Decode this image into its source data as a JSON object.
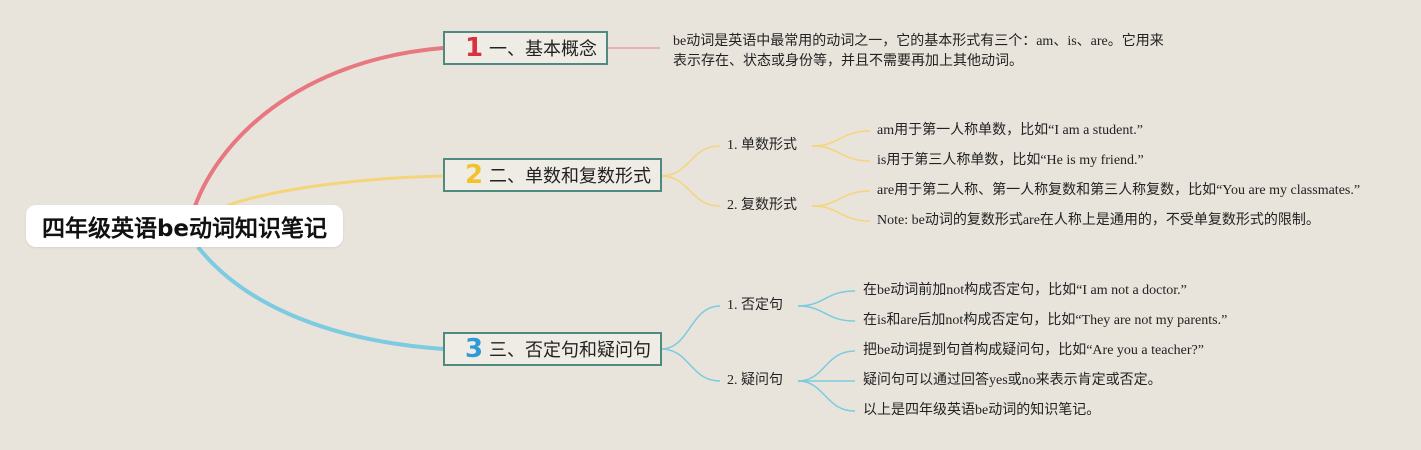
{
  "root": {
    "title": "四年级英语be动词知识笔记"
  },
  "branches": [
    {
      "number": "1",
      "title": "一、基本概念",
      "color": "#e27179",
      "text_lines": [
        "be动词是英语中最常用的动词之一，它的基本形式有三个：am、is、are。它用来",
        "表示存在、状态或身份等，并且不需要再加上其他动词。"
      ]
    },
    {
      "number": "2",
      "title": "二、单数和复数形式",
      "color": "#f5cf54",
      "subs": [
        {
          "label": "1. 单数形式",
          "items": [
            "am用于第一人称单数，比如“I am a student.”",
            "is用于第三人称单数，比如“He is my friend.”"
          ]
        },
        {
          "label": "2. 复数形式",
          "items": [
            "are用于第二人称、第一人称复数和第三人称复数，比如“You are my classmates.”",
            "Note: be动词的复数形式are在人称上是通用的，不受单复数形式的限制。"
          ]
        }
      ]
    },
    {
      "number": "3",
      "title": "三、否定句和疑问句",
      "color": "#2f9ad6",
      "subs": [
        {
          "label": "1. 否定句",
          "items": [
            "在be动词前加not构成否定句，比如“I am not a doctor.”",
            "在is和are后加not构成否定句，比如“They are not my parents.”"
          ]
        },
        {
          "label": "2. 疑问句",
          "items": [
            "把be动词提到句首构成疑问句，比如“Are you a teacher?”",
            "疑问句可以通过回答yes或no来表示肯定或否定。",
            "以上是四年级英语be动词的知识笔记。"
          ]
        }
      ]
    }
  ],
  "link_colors": {
    "red": "#e87880",
    "yellow": "#f5d47a",
    "blue": "#7ccbe0"
  }
}
